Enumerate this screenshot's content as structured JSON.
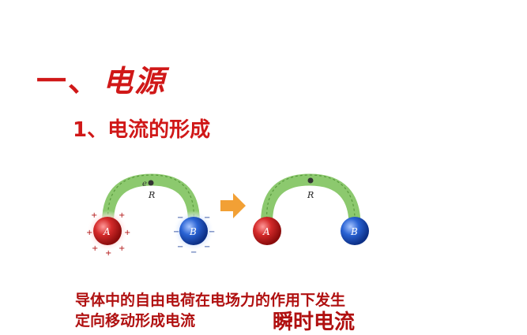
{
  "heading": {
    "number": "一、",
    "title": "电源"
  },
  "subheading": "1、电流的形成",
  "diagram": {
    "left": {
      "sphere_a": "A",
      "sphere_b": "B",
      "resistor": "R",
      "charge": "e"
    },
    "right": {
      "sphere_a": "A",
      "sphere_b": "B",
      "resistor": "R"
    }
  },
  "caption": {
    "line1": "导体中的自由电荷在电场力的作用下发生",
    "line2": "定向移动形成电流",
    "emphasis": "瞬时电流"
  },
  "colors": {
    "title": "#d01818",
    "conductor": "#8cc96e",
    "sphere_a": "#d42a2a",
    "sphere_b": "#2a63d4",
    "arrow": "#f2a035"
  }
}
